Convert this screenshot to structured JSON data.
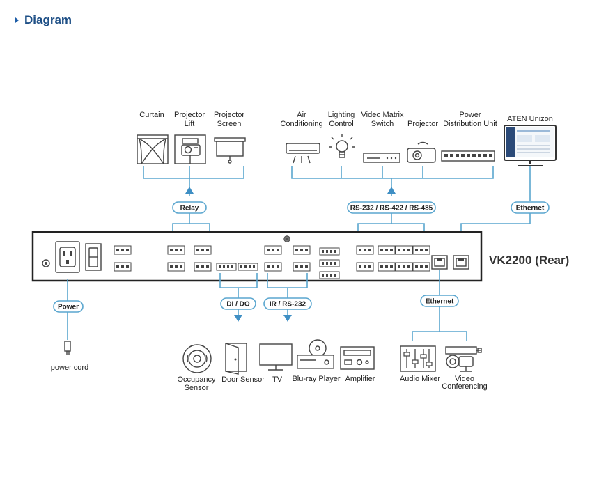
{
  "header": {
    "title": "Diagram"
  },
  "device": {
    "label": "VK2200 (Rear)"
  },
  "top_groups": {
    "relay": {
      "label": "Relay",
      "devices": [
        {
          "label": "Curtain",
          "icon": "curtain-icon"
        },
        {
          "label_lines": [
            "Projector",
            "Lift"
          ],
          "icon": "projector-lift-icon"
        },
        {
          "label_lines": [
            "Projector",
            "Screen"
          ],
          "icon": "projector-screen-icon"
        }
      ]
    },
    "serial": {
      "label": "RS-232 / RS-422 / RS-485",
      "devices": [
        {
          "label_lines": [
            "Air",
            "Conditioning"
          ],
          "icon": "air-conditioner-icon"
        },
        {
          "label_lines": [
            "Lighting",
            "Control"
          ],
          "icon": "light-bulb-icon"
        },
        {
          "label_lines": [
            "Video Matrix",
            "Switch"
          ],
          "icon": "video-matrix-switch-icon"
        },
        {
          "label": "Projector",
          "icon": "projector-icon"
        },
        {
          "label_lines": [
            "Power",
            "Distribution Unit"
          ],
          "icon": "pdu-icon"
        }
      ]
    },
    "ethernet": {
      "label": "Ethernet",
      "devices": [
        {
          "label": "ATEN Unizon",
          "icon": "monitor-icon"
        }
      ]
    }
  },
  "bottom_groups": {
    "power": {
      "label": "Power",
      "devices": [
        {
          "label": "power cord",
          "icon": "power-cord-icon"
        }
      ]
    },
    "dido": {
      "label": "DI / DO",
      "devices": [
        {
          "label_lines": [
            "Occupancy",
            "Sensor"
          ],
          "icon": "occupancy-sensor-icon"
        },
        {
          "label": "Door Sensor",
          "icon": "door-sensor-icon"
        }
      ]
    },
    "ir": {
      "label": "IR / RS-232",
      "devices": [
        {
          "label": "TV",
          "icon": "tv-icon"
        },
        {
          "label": "Blu-ray Player",
          "icon": "bluray-player-icon"
        },
        {
          "label": "Amplifier",
          "icon": "amplifier-icon"
        }
      ]
    },
    "ethernet": {
      "label": "Ethernet",
      "devices": [
        {
          "label": "Audio Mixer",
          "icon": "audio-mixer-icon"
        },
        {
          "label_lines": [
            "Video",
            "Conferencing"
          ],
          "icon": "video-conferencing-icon"
        }
      ]
    }
  },
  "colors": {
    "connector": "#5aa6cf",
    "title": "#1e4f86",
    "arrow": "#3f8fc4"
  }
}
